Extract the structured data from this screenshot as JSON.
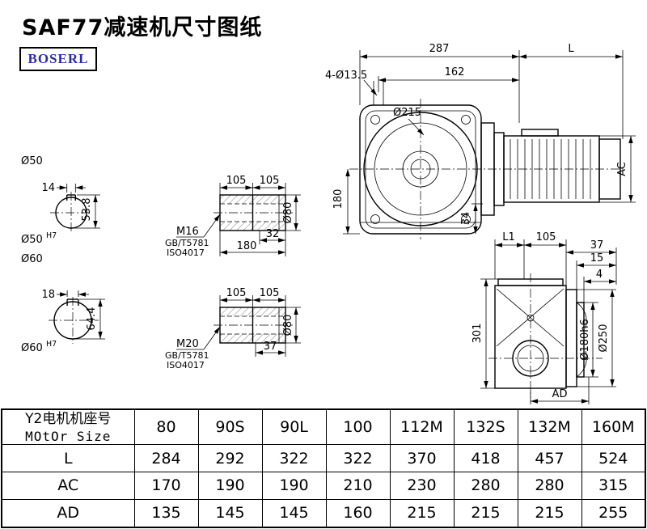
{
  "page": {
    "title": "SAF77减速机尺寸图纸",
    "logo": "BOSERL"
  },
  "front": {
    "d287": "287",
    "dL": "L",
    "d162": "162",
    "holes": "4-Ø13.5",
    "dia215": "Ø215",
    "d180": "180",
    "d34": "34",
    "dAC": "AC"
  },
  "side": {
    "dL1": "L1",
    "d105": "105",
    "d37": "37",
    "d15": "15",
    "d4": "4",
    "d301": "301",
    "dia180": "Ø180h6",
    "dia250": "Ø250",
    "dAD": "AD"
  },
  "sec1": {
    "dia": "Ø50",
    "key": "14",
    "height": "53.8",
    "bore": "Ø50",
    "tol": "H7"
  },
  "sec2": {
    "dia": "Ø60",
    "key": "18",
    "height": "64.4",
    "bore": "Ø60",
    "tol": "H7"
  },
  "det1": {
    "d105a": "105",
    "d105b": "105",
    "thread": "M16",
    "std1": "GB/T5781",
    "std2": "ISO4017",
    "d32": "32",
    "d180": "180",
    "dia": "Ø80"
  },
  "det2": {
    "d105a": "105",
    "d105b": "105",
    "thread": "M20",
    "std1": "GB/T5781",
    "std2": "ISO4017",
    "d37": "37",
    "dia": "Ø80"
  },
  "table": {
    "header_cn": "Y2电机机座号",
    "header_en": "MOtOr Size",
    "sizes": [
      "80",
      "90S",
      "90L",
      "100",
      "112M",
      "132S",
      "132M",
      "160M"
    ],
    "rows": [
      {
        "label": "L",
        "values": [
          "284",
          "292",
          "322",
          "322",
          "370",
          "418",
          "457",
          "524"
        ]
      },
      {
        "label": "AC",
        "values": [
          "170",
          "190",
          "190",
          "210",
          "230",
          "280",
          "280",
          "315"
        ]
      },
      {
        "label": "AD",
        "values": [
          "135",
          "145",
          "145",
          "160",
          "215",
          "215",
          "215",
          "255"
        ]
      }
    ]
  }
}
